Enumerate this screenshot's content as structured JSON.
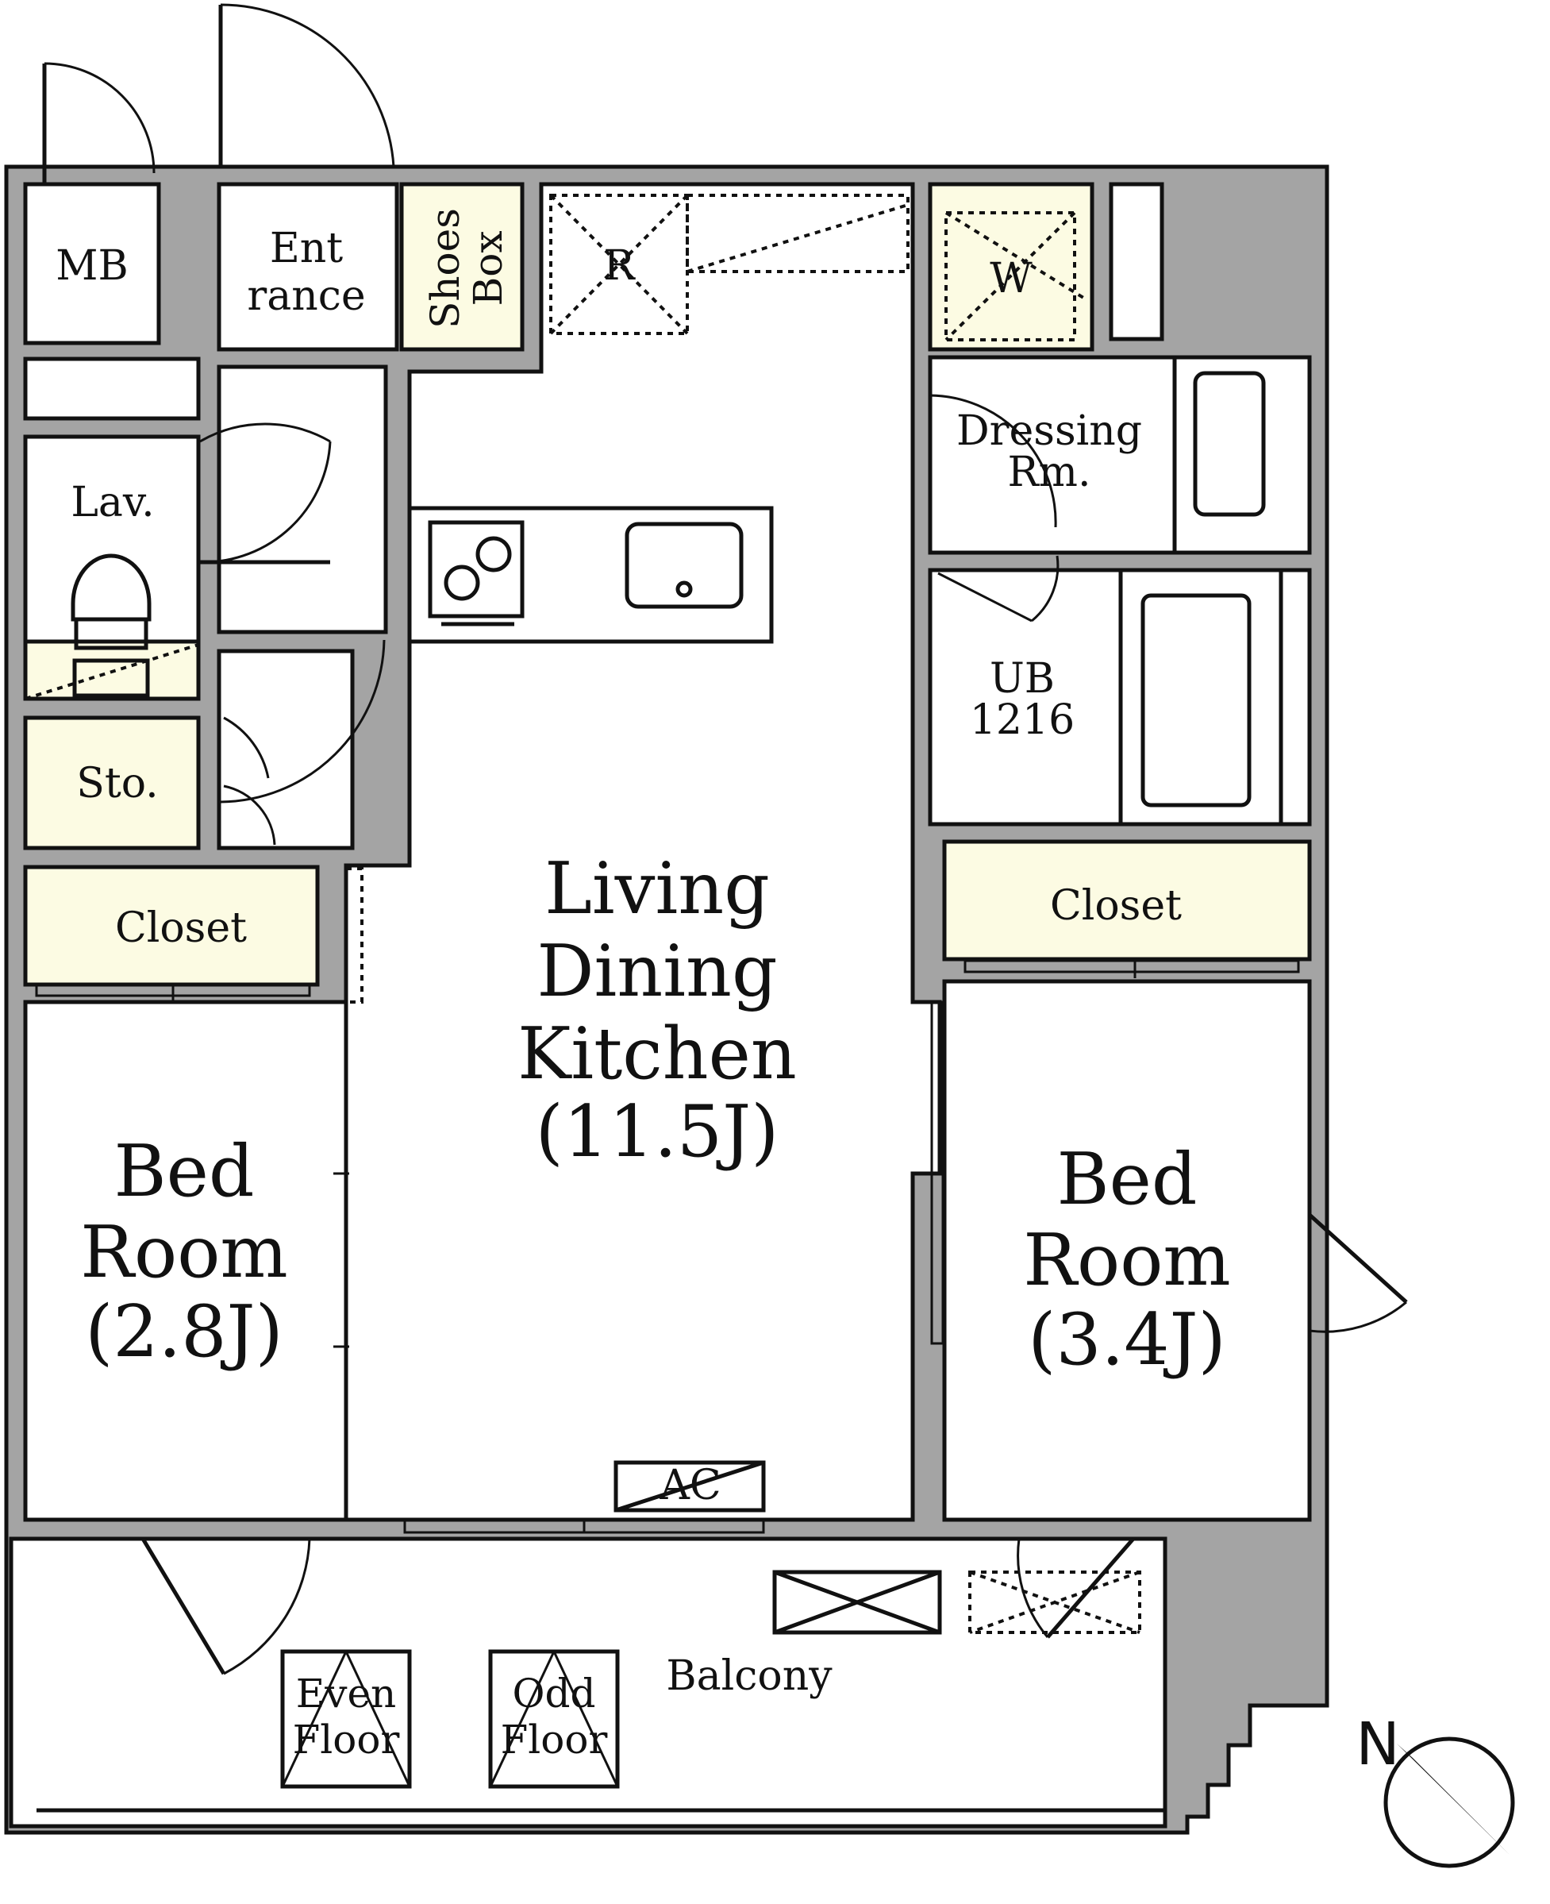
{
  "rooms": {
    "mb": "MB",
    "entrance_1": "Ent",
    "entrance_2": "rance",
    "shoes_box_1": "Shoes",
    "shoes_box_2": "Box",
    "refrigerator": "R",
    "washer": "W",
    "dressing_1": "Dressing",
    "dressing_2": "Rm.",
    "lavatory": "Lav.",
    "storage": "Sto.",
    "ub_1": "UB",
    "ub_2": "1216",
    "closet_left": "Closet",
    "closet_right": "Closet",
    "ldk_1": "Living",
    "ldk_2": "Dining",
    "ldk_3": "Kitchen",
    "ldk_4": "(11.5J)",
    "bed_left_1": "Bed",
    "bed_left_2": "Room",
    "bed_left_3": "(2.8J)",
    "bed_right_1": "Bed",
    "bed_right_2": "Room",
    "bed_right_3": "(3.4J)",
    "ac": "AC",
    "balcony": "Balcony",
    "even_floor_1": "Even",
    "even_floor_2": "Floor",
    "odd_floor_1": "Odd",
    "odd_floor_2": "Floor"
  },
  "compass": {
    "label": "N"
  },
  "colors": {
    "wall": "#a4a4a4",
    "storage_fill": "#fcfbe3",
    "line": "#111111"
  }
}
